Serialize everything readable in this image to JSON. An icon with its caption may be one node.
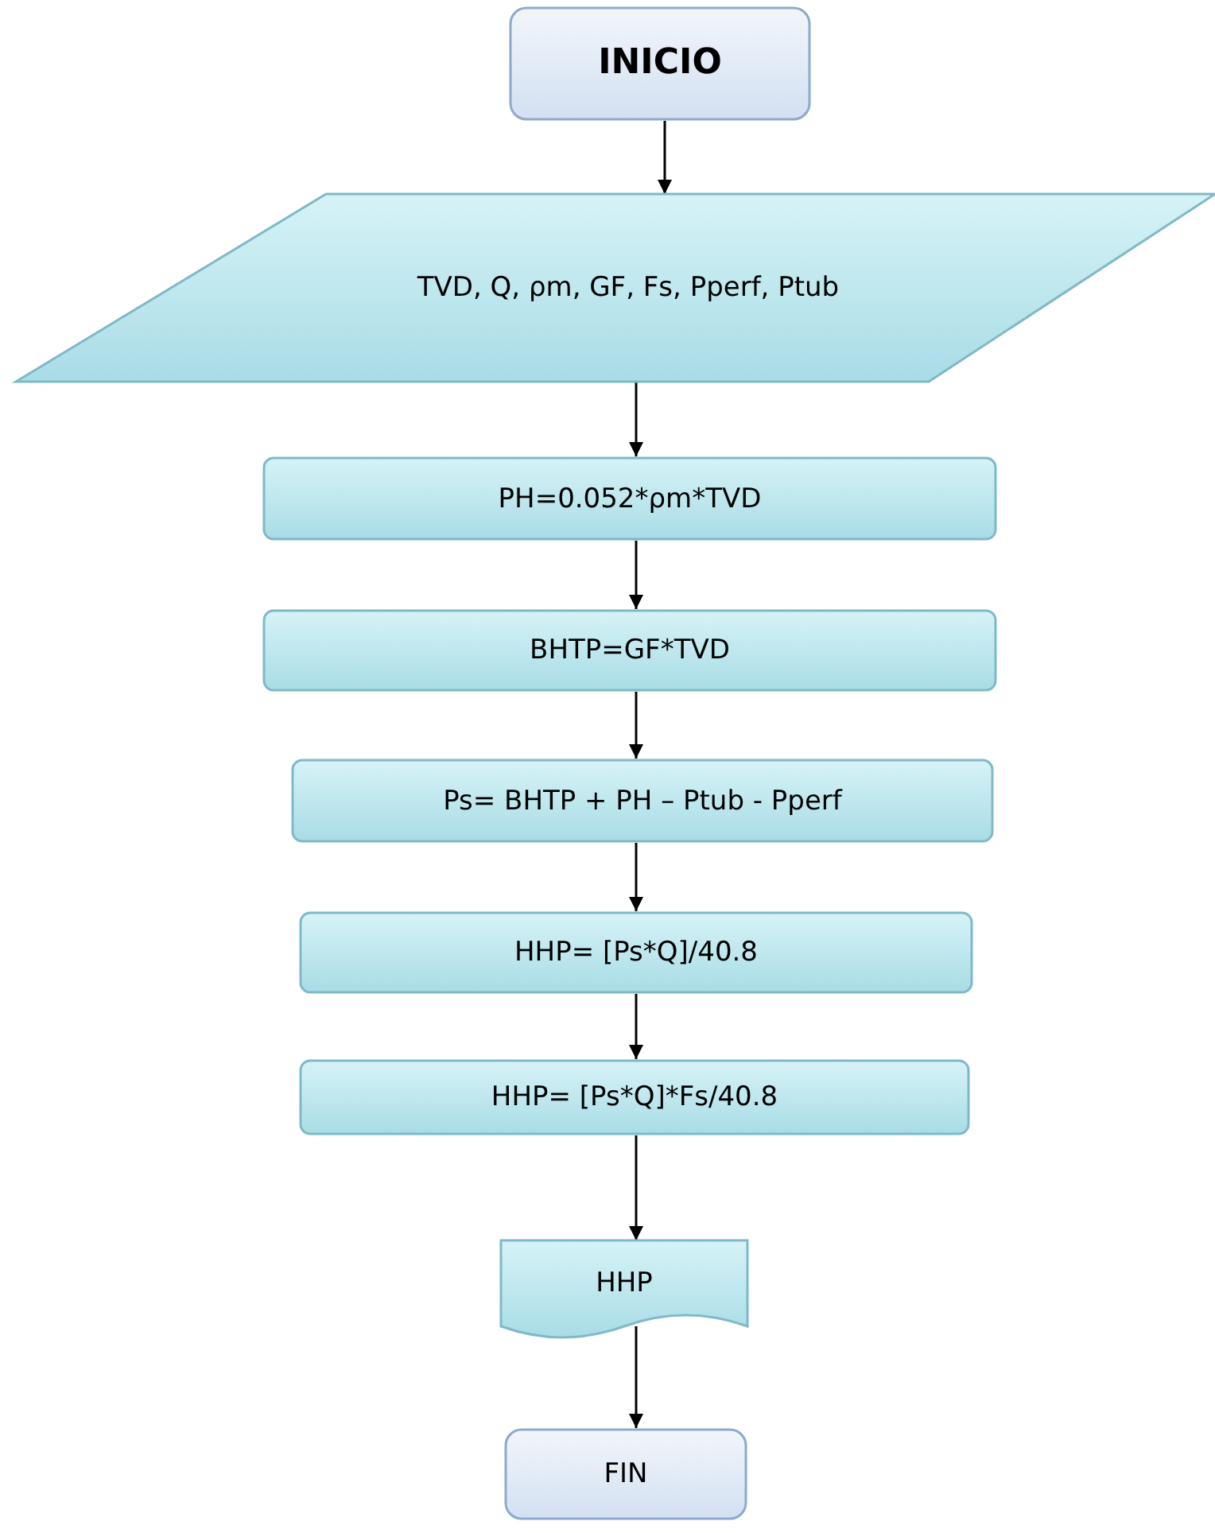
{
  "diagram": {
    "nodes": [
      {
        "text": [
          "INICIO"
        ]
      },
      {
        "text": [
          "TVD, Q, ρm, GF, Fs, Pperf, Ptub"
        ]
      },
      {
        "text": [
          "PH=0.052*ρm*TVD"
        ]
      },
      {
        "text": [
          "BHTP=GF*TVD"
        ]
      },
      {
        "text": [
          "Ps= BHTP + PH – Ptub - Pperf"
        ]
      },
      {
        "text": [
          "HHP= [Ps*Q]/40.8"
        ]
      },
      {
        "text": [
          "HHP= [Ps*Q]*Fs/40.8"
        ]
      },
      {
        "text": [
          "HHP"
        ]
      },
      {
        "text": [
          "FIN"
        ]
      }
    ],
    "edges": [
      {
        "from": 0,
        "to": 1,
        "arrow": "to"
      },
      {
        "from": 1,
        "to": 2,
        "arrow": "to"
      },
      {
        "from": 2,
        "to": 3,
        "arrow": "to"
      },
      {
        "from": 3,
        "to": 4,
        "arrow": "to"
      },
      {
        "from": 4,
        "to": 5,
        "arrow": "to"
      },
      {
        "from": 5,
        "to": 6,
        "arrow": "to"
      },
      {
        "from": 6,
        "to": 7,
        "arrow": "to"
      },
      {
        "from": 7,
        "to": 8,
        "arrow": "to"
      }
    ]
  }
}
